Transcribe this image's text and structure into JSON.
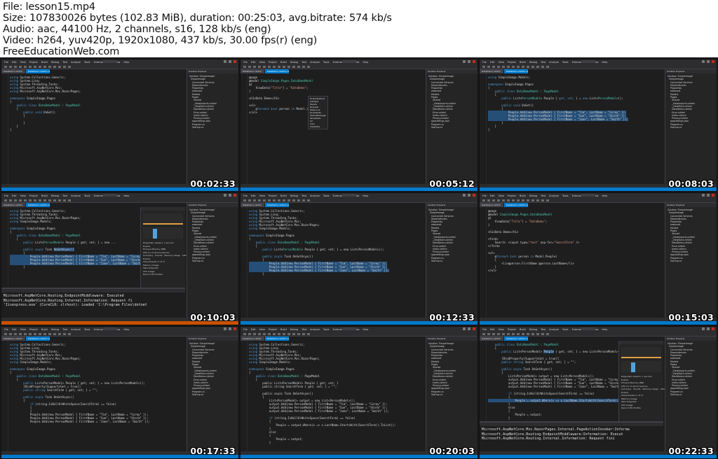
{
  "header": {
    "file": "File: lesson15.mp4",
    "size": "Size: 107830026 bytes (102.83 MiB), duration: 00:25:03, avg.bitrate: 574 kb/s",
    "audio": "Audio: aac, 44100 Hz, 2 channels, s16, 128 kb/s (eng)",
    "video": "Video: h264, yuv420p, 1920x1080, 437 kb/s, 30.00 fps(r) (eng)",
    "site": "FreeEducationWeb.com"
  },
  "ide": {
    "menu": [
      "File",
      "Edit",
      "View",
      "Project",
      "Build",
      "Debug",
      "Test",
      "Analyze",
      "Tools",
      "Extensions",
      "Window",
      "Help"
    ],
    "tab_label": "DataDemo.cshtml.cs",
    "tab_label_2": "DataDemo.cshtml",
    "solution_header": "Solution Explorer",
    "solution_tree": "Solution 'SimpleImage'\n  SimpleImage\n    Connected Services\n    Dependencies\n    Properties\n    wwwroot\n    Models\n    Pages\n      Shared\n      _ViewImports.cshtml\n      _ViewStart.cshtml\n      DataDemo.cshtml\n      Error.cshtml\n      Index.cshtml\n      Privacy.cshtml\n    appsettings.json\n    Program.cs\n    Startup.cs"
  },
  "thumbnails": [
    {
      "timestamp": "00:02:33",
      "status": "blue",
      "code": [
        [
          "kw",
          "using"
        ],
        [
          "",
          " System.Collections.Generic;\n"
        ],
        [
          "kw",
          "using"
        ],
        [
          "",
          " System.Linq;\n"
        ],
        [
          "kw",
          "using"
        ],
        [
          "",
          " System.Threading.Tasks;\n"
        ],
        [
          "kw",
          "using"
        ],
        [
          "",
          " Microsoft.AspNetCore.Mvc;\n"
        ],
        [
          "kw",
          "using"
        ],
        [
          "",
          " Microsoft.AspNetCore.Mvc.RazorPages;\n\n"
        ],
        [
          "kw",
          "namespace"
        ],
        [
          "",
          " SimpleImage.Pages\n{\n    "
        ],
        [
          "kw",
          "public class"
        ],
        [
          "ty",
          " DataDemoModel"
        ],
        [
          "",
          " : "
        ],
        [
          "ty",
          "PageModel"
        ],
        [
          "",
          "\n    {\n        "
        ],
        [
          "kw",
          "public void"
        ],
        [
          "",
          " OnGet()\n        {\n\n        }\n    }\n}"
        ]
      ]
    },
    {
      "timestamp": "00:05:12",
      "status": "blue",
      "code": [
        [
          "",
          "@page\n@model "
        ],
        [
          "ty",
          "SimpleImage.Pages.DataDemoModel"
        ],
        [
          "",
          "\n@{\n    ViewData["
        ],
        [
          "st",
          "\"Title\""
        ],
        [
          "",
          "] = "
        ],
        [
          "st",
          "\"DataDemo\""
        ],
        [
          "",
          ";\n}\n\n<h1>Data Demo</h1>\n\n<ul>\n    @"
        ],
        [
          "kw",
          "foreach"
        ],
        [
          "",
          " ("
        ],
        [
          "kw",
          "var"
        ],
        [
          "",
          " person "
        ],
        [
          "kw",
          "in"
        ],
        [
          "",
          " Model.)\n</ul>"
        ]
      ]
    },
    {
      "timestamp": "00:08:03",
      "status": "blue",
      "code": [
        [
          "kw",
          "using"
        ],
        [
          "",
          " SimpleImage.Models;\n\n"
        ],
        [
          "kw",
          "namespace"
        ],
        [
          "",
          " SimpleImage.Pages\n{\n    "
        ],
        [
          "kw",
          "public class"
        ],
        [
          "ty",
          " DataDemoModel"
        ],
        [
          "",
          " : "
        ],
        [
          "ty",
          "PageModel"
        ],
        [
          "",
          "\n    {\n        "
        ],
        [
          "kw",
          "public"
        ],
        [
          "",
          " List<"
        ],
        [
          "ty",
          "PersonModel"
        ],
        [
          "",
          "> People { "
        ],
        [
          "kw",
          "get; set;"
        ],
        [
          "",
          " } = "
        ],
        [
          "kw",
          "new"
        ],
        [
          "",
          " List<"
        ],
        [
          "ty",
          "PersonModel"
        ],
        [
          "",
          ">();\n\n        "
        ],
        [
          "kw",
          "public void"
        ],
        [
          "",
          " OnGet()\n        {\n"
        ],
        [
          "sel",
          "            People.Add(new PersonModel { FirstName = \"Tim\", LastName = \"Corey\" });\n            People.Add(new PersonModel { FirstName = \"Sue\", LastName = \"Storm\" });\n            People.Add(new PersonModel { FirstName = \"Jane\", LastName = \"Smith\" });"
        ],
        [
          "",
          "\n        }\n    }\n}"
        ]
      ]
    },
    {
      "timestamp": "00:10:03",
      "status": "orange",
      "output": "Microsoft.AspNetCore.Routing.EndpointMiddleware: Executed\nMicrosoft.AspNetCore.Routing.Internal.Information: Request fi\n'Iisexpress.exe' (CoreCLR: clrhost): Loaded 'C:\\Program Files\\dotnet",
      "code": [
        [
          "kw",
          "using"
        ],
        [
          "",
          " System.Collections.Generic;\n"
        ],
        [
          "kw",
          "using"
        ],
        [
          "",
          " System.Threading.Tasks;\n"
        ],
        [
          "kw",
          "using"
        ],
        [
          "",
          " Microsoft.AspNetCore.Mvc.RazorPages;\n"
        ],
        [
          "kw",
          "using"
        ],
        [
          "",
          " SimpleImage.Models;\n\n"
        ],
        [
          "kw",
          "namespace"
        ],
        [
          "",
          " SimpleImage.Pages\n{\n    "
        ],
        [
          "kw",
          "public class"
        ],
        [
          "ty",
          " DataDemoModel"
        ],
        [
          "",
          " : "
        ],
        [
          "ty",
          "PageModel"
        ],
        [
          "",
          "\n    {\n        "
        ],
        [
          "kw",
          "public"
        ],
        [
          "",
          " List<"
        ],
        [
          "ty",
          "PersonModel"
        ],
        [
          "",
          "> People { get; set; } = new ...\n\n        "
        ],
        [
          "kw",
          "public async"
        ],
        [
          "",
          " Task "
        ],
        [
          "sel",
          "OnGetAsync()"
        ],
        [
          "",
          "\n        {\n"
        ],
        [
          "sel",
          "            People.Add(new PersonModel { FirstName = \"Tim\", LastName = \"Corey\" });\n            People.Add(new PersonModel { FirstName = \"Sue\", LastName = \"Storm\" });\n            People.Add(new PersonModel { FirstName = \"Jane\", LastName = \"Smith\" });"
        ],
        [
          "",
          "\n        }"
        ]
      ]
    },
    {
      "timestamp": "00:12:33",
      "status": "blue",
      "code": [
        [
          "kw",
          "using"
        ],
        [
          "",
          " System.Collections.Generic;\n"
        ],
        [
          "kw",
          "using"
        ],
        [
          "",
          " System.Linq;\n"
        ],
        [
          "kw",
          "using"
        ],
        [
          "",
          " System.Threading.Tasks;\n"
        ],
        [
          "kw",
          "using"
        ],
        [
          "",
          " Microsoft.AspNetCore.Mvc;\n"
        ],
        [
          "kw",
          "using"
        ],
        [
          "",
          " Microsoft.AspNetCore.Mvc.RazorPages;\n"
        ],
        [
          "kw",
          "using"
        ],
        [
          "",
          " SimpleImage.Models;\n\n"
        ],
        [
          "kw",
          "namespace"
        ],
        [
          "",
          " SimpleImage.Pages\n{\n    "
        ],
        [
          "kw",
          "public class"
        ],
        [
          "ty",
          " DataDemoModel"
        ],
        [
          "",
          " : "
        ],
        [
          "ty",
          "PageModel"
        ],
        [
          "",
          "\n    {\n        "
        ],
        [
          "kw",
          "public"
        ],
        [
          "",
          " List<"
        ],
        [
          "ty",
          "PersonModel"
        ],
        [
          "",
          "> People { get; set; } = new List<PersonModel>();\n\n        "
        ],
        [
          "kw",
          "public async"
        ],
        [
          "",
          " Task OnGetAsync()\n        {\n"
        ],
        [
          "sel",
          "            People.Add(new PersonModel { FirstName = \"Tim\", LastName = \"Corey\" });\n            People.Add(new PersonModel { FirstName = \"Sue\", LastName = \"Storm\" });\n            People.Add(new PersonModel { FirstName = \"Jane\", LastName = \"Smith\" });"
        ],
        [
          "",
          "\n        }"
        ]
      ]
    },
    {
      "timestamp": "00:15:03",
      "status": "blue",
      "code": [
        [
          "",
          "@page\n@model "
        ],
        [
          "ty",
          "SimpleImage.Pages.DataDemoModel"
        ],
        [
          "",
          "\n@{\n    ViewData["
        ],
        [
          "st",
          "\"Title\""
        ],
        [
          "",
          "] = "
        ],
        [
          "st",
          "\"DataDemo\""
        ],
        [
          "",
          ";\n}\n\n<h1>Data Demo</h1>\n\n<form>\n    Search: <input type="
        ],
        [
          "st",
          "\"text\""
        ],
        [
          "",
          " asp-for="
        ],
        [
          "st",
          "\"SearchTerm\""
        ],
        [
          "",
          " />\n</form>\n\n<ul>\n    @"
        ],
        [
          "kw",
          "foreach"
        ],
        [
          "",
          " ("
        ],
        [
          "kw",
          "var"
        ],
        [
          "",
          " person "
        ],
        [
          "kw",
          "in"
        ],
        [
          "",
          " Model.People)\n    {\n        <li>@person.FirstName @person.LastName</li>\n    }\n</ul>"
        ]
      ]
    },
    {
      "timestamp": "00:17:33",
      "status": "blue",
      "code": [
        [
          "kw",
          "using"
        ],
        [
          "",
          " System.Collections.Generic;\n"
        ],
        [
          "kw",
          "using"
        ],
        [
          "",
          " System.Linq;\n"
        ],
        [
          "kw",
          "using"
        ],
        [
          "",
          " System.Threading.Tasks;\n"
        ],
        [
          "kw",
          "using"
        ],
        [
          "",
          " Microsoft.AspNetCore.Mvc;\n"
        ],
        [
          "kw",
          "using"
        ],
        [
          "",
          " Microsoft.AspNetCore.Mvc.RazorPages;\n"
        ],
        [
          "kw",
          "using"
        ],
        [
          "",
          " SimpleImage.Models;\n\n"
        ],
        [
          "kw",
          "namespace"
        ],
        [
          "",
          " SimpleImage.Pages\n{\n    "
        ],
        [
          "kw",
          "public class"
        ],
        [
          "ty",
          " DataDemoModel"
        ],
        [
          "",
          " : "
        ],
        [
          "ty",
          "PageModel"
        ],
        [
          "",
          "\n    {\n        "
        ],
        [
          "kw",
          "public"
        ],
        [
          "",
          " List<PersonModel> People { get; set; } = new List<PersonModel>();\n        [BindProperty(SupportsGet = true)]\n        "
        ],
        [
          "kw",
          "public string"
        ],
        [
          "",
          " SearchTerm { get; set; } = \"\";\n\n        "
        ],
        [
          "kw",
          "public async"
        ],
        [
          "",
          " Task OnGetAsync()\n        {\n            "
        ],
        [
          "kw",
          "if"
        ],
        [
          "",
          " (string.IsNullOrWhiteSpace(SearchTerm) == false)\n            {\n            }\n            People.Add(new PersonModel { FirstName = \"Tim\", LastName = \"Corey\" });\n            People.Add(new PersonModel { FirstName = \"Sue\", LastName = \"Storm\" });\n            People.Add(new PersonModel { FirstName = \"Jane\", LastName = \"Smith\" });"
        ]
      ]
    },
    {
      "timestamp": "00:20:03",
      "status": "blue",
      "code": [
        [
          "kw",
          "using"
        ],
        [
          "",
          " System.Collections.Generic;\n"
        ],
        [
          "kw",
          "using"
        ],
        [
          "",
          " System.Linq;\n"
        ],
        [
          "kw",
          "using"
        ],
        [
          "",
          " System.Threading.Tasks;\n"
        ],
        [
          "kw",
          "using"
        ],
        [
          "",
          " Microsoft.AspNetCore.Mvc;\n"
        ],
        [
          "kw",
          "using"
        ],
        [
          "",
          " Microsoft.AspNetCore.Mvc.RazorPages;\n"
        ],
        [
          "kw",
          "using"
        ],
        [
          "",
          " SimpleImage.Models;\n\n"
        ],
        [
          "kw",
          "namespace"
        ],
        [
          "",
          " SimpleImage.Pages\n{\n    "
        ],
        [
          "kw",
          "public class"
        ],
        [
          "ty",
          " DataDemoModel"
        ],
        [
          "",
          " : PageModel\n    {\n        public List<PersonModel> People { get; set; }\n        public string SearchTerm { get; set; } = \"\";\n\n        public async Task OnGetAsync()\n        {\n            List<PersonModel> output = new List<PersonModel>();\n            output.Add(new PersonModel { FirstName = \"Tim\", LastName = \"Corey\" });\n            output.Add(new PersonModel { FirstName = \"Sue\", LastName = \"Storm\" });\n            output.Add(new PersonModel { FirstName = \"Jane\", LastName = \"Smith\" });\n\n            "
        ],
        [
          "kw",
          "if"
        ],
        [
          "",
          " (string.IsNullOrWhiteSpace(SearchTerm) == false)\n            {\n                People = output.Where(x => x.LastName.StartsWith(SearchTerm)).ToList();\n            }\n            else\n            {\n                People = output;\n            }"
        ]
      ]
    },
    {
      "timestamp": "00:22:33",
      "status": "blue",
      "output": "Microsoft.AspNetCore.Mvc.RazorPages.Internal.PageActionInvoker:Informa\nMicrosoft.AspNetCore.Routing.EndpointMiddleware:Information: Execut\nMicrosoft.AspNetCore.Routing.Internal.Information: Request fini",
      "code": [
        [
          "",
          "    "
        ],
        [
          "kw",
          "public class"
        ],
        [
          "ty",
          " DataDemoModel"
        ],
        [
          "",
          " : "
        ],
        [
          "ty",
          "PageModel"
        ],
        [
          "",
          "\n    {\n        "
        ],
        [
          "kw",
          "public"
        ],
        [
          "",
          " List<PersonModel> "
        ],
        [
          "sel",
          "People"
        ],
        [
          "",
          " { get; set; } = new List<PersonModel>();\n\n        [BindProperty(SupportsGet = true)]\n        "
        ],
        [
          "kw",
          "public string"
        ],
        [
          "",
          " SearchTerm { get; set; } = \"\";\n\n        "
        ],
        [
          "kw",
          "public async"
        ],
        [
          "",
          " Task OnGetAsync()\n        {\n            List<PersonModel> output = new List<PersonModel>();\n            output.Add(new PersonModel { FirstName = \"Tim\", LastName = \"Corey\" });\n            output.Add(new PersonModel { FirstName = \"Sue\", LastName = \"Storm\" });\n            output.Add(new PersonModel { FirstName = \"Jane\", LastName = \"Smith\" });\n\n            "
        ],
        [
          "kw",
          "if"
        ],
        [
          "",
          " (string.IsNullOrWhiteSpace(SearchTerm) == false)\n            {\n"
        ],
        [
          "sel",
          "                People = output.Where(x => x.LastName.StartsWith(SearchTerm)).ToList();"
        ],
        [
          "",
          "\n            }\n            else\n            {\n                People = output;\n            }"
        ]
      ]
    }
  ],
  "popup_items": "FirstOrDefault\nGetType\nPeople\nRequest\nResponse\nRouteData\nStatusMessage\nTempData\nUrl\nUser\nViewData",
  "diag": {
    "lines": "Diagnostic session: 1 second\nEvents\nProcess Memory (MB)\nCPU (% of all processors)\nSummary   Events   Memory Usage   CPU\nEvents\nShow Events (7 of 7)\nMemory Usage\nTake Snapshot\nCPU Usage\nRecord CPU Profile"
  },
  "colors": {
    "ide_bg": "#1e1e1e",
    "status_blue": "#007acc",
    "status_orange": "#ca5100",
    "keyword": "#569cd6",
    "type": "#4ec9b0",
    "string": "#d69d85"
  }
}
